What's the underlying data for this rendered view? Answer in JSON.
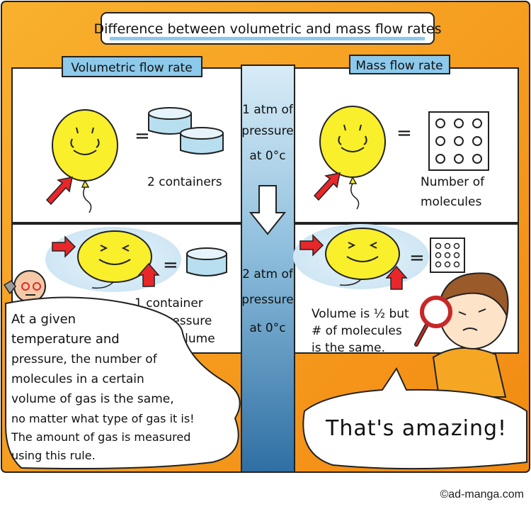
{
  "title": "Difference between volumetric and mass flow rates",
  "headers": {
    "left": "Volumetric flow rate",
    "right": "Mass flow rate"
  },
  "center": {
    "top_lines": [
      "1 atm of",
      "pressure",
      "at 0°c"
    ],
    "bottom_lines": [
      "2 atm of",
      "pressure",
      "at 0°c"
    ]
  },
  "panels": {
    "top_left_caption": "2 containers",
    "top_right_caption_lines": [
      "Number of",
      "molecules"
    ],
    "bottom_left_lines": [
      "1 container",
      "2 × pressure",
      "→½volume"
    ],
    "bottom_right_lines": [
      "Volume is ½ but",
      "# of molecules",
      "is the same."
    ]
  },
  "speech": {
    "left_lines": [
      "At a given",
      "temperature and",
      "pressure, the number of",
      "molecules in a certain",
      "volume of gas is the same,",
      "no matter what type of gas it is!",
      "The amount of gas is measured",
      "using this rule."
    ],
    "right": "That's amazing!"
  },
  "credit": "©ad-manga.com",
  "colors": {
    "frame_orange": "#f7a21b",
    "balloon_yellow": "#f9ef2a",
    "container_blue": "#b8dff0",
    "arrow_red": "#e8272a",
    "glow_blue": "#d6ebf7",
    "column_top": "#cfe6f4",
    "column_bottom": "#3f82b4",
    "header_blue": "#8cc9ea"
  }
}
